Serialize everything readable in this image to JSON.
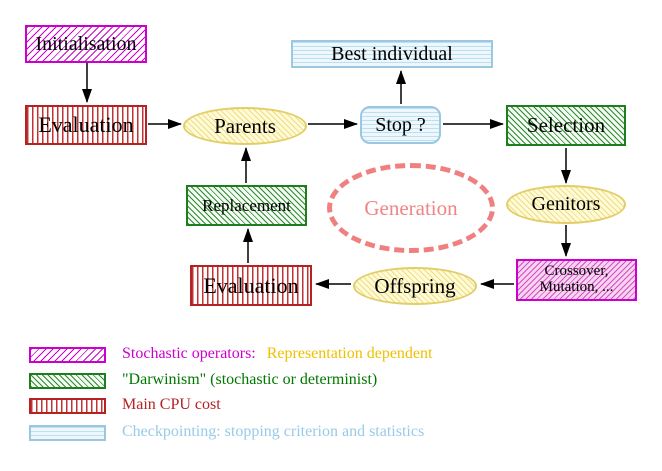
{
  "figure": {
    "title_hint": "evolutionary-algorithm-cycle-diagram",
    "background": "#ffffff",
    "nodes": {
      "initialisation": "Initialisation",
      "evaluation_top": "Evaluation",
      "parents": "Parents",
      "stop": "Stop ?",
      "best_individual": "Best individual",
      "selection": "Selection",
      "genitors": "Genitors",
      "crossover_line1": "Crossover,",
      "crossover_line2": "Mutation, ...",
      "offspring": "Offspring",
      "evaluation_bottom": "Evaluation",
      "replacement": "Replacement",
      "generation": "Generation"
    },
    "legend": {
      "rows": [
        {
          "swatch": "magenta-diagonal-hatch",
          "primary": "Stochastic operators:",
          "secondary": "Representation dependent"
        },
        {
          "swatch": "green-diagonal-hatch",
          "primary": "\"Darwinism\" (stochastic or determinist)",
          "secondary": ""
        },
        {
          "swatch": "red-vertical-lines",
          "primary": "Main CPU cost",
          "secondary": ""
        },
        {
          "swatch": "cyan-horizontal-lines",
          "primary": "Checkpointing: stopping criterion and statistics",
          "secondary": ""
        }
      ]
    },
    "colors": {
      "magenta": "#cc00cc",
      "red": "#b42222",
      "green": "#1f7d1f",
      "green_text": "#007700",
      "cyan_border": "#9cc7e0",
      "cyan_text": "#97cbe8",
      "yellow_border": "#e3cd68",
      "yellow_fill": "#fffbd6",
      "gold_text": "#eec100",
      "salmon": "#f08080",
      "node_text": "#000000",
      "arrow": "#000000"
    }
  }
}
